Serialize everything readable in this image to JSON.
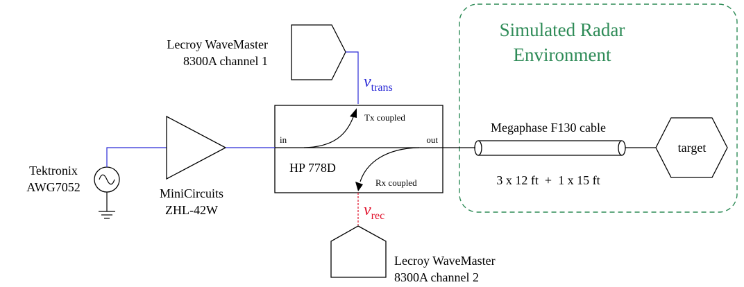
{
  "colors": {
    "env_green": "#2e8b57",
    "trans_blue": "#2a2ad6",
    "rec_red": "#e0102a",
    "line": "#000000"
  },
  "environment": {
    "title_line1": "Simulated Radar",
    "title_line2": "Environment"
  },
  "devices": {
    "scope1": {
      "line1": "Lecroy WaveMaster",
      "line2": "8300A channel 1"
    },
    "scope2": {
      "line1": "Lecroy WaveMaster",
      "line2": "8300A channel 2"
    },
    "source": {
      "line1": "Tektronix",
      "line2": "AWG7052"
    },
    "amplifier": {
      "line1": "MiniCircuits",
      "line2": "ZHL-42W"
    },
    "coupler": {
      "name": "HP 778D",
      "port_in": "in",
      "port_out": "out",
      "tx_coupled": "Tx coupled",
      "rx_coupled": "Rx coupled"
    },
    "cable": {
      "name": "Megaphase F130 cable",
      "lengths": "3 x 12 ft  +  1 x 15 ft"
    },
    "target": "target"
  },
  "signals": {
    "trans": {
      "symbol": "v",
      "subscript": "trans"
    },
    "rec": {
      "symbol": "v",
      "subscript": "rec"
    }
  }
}
